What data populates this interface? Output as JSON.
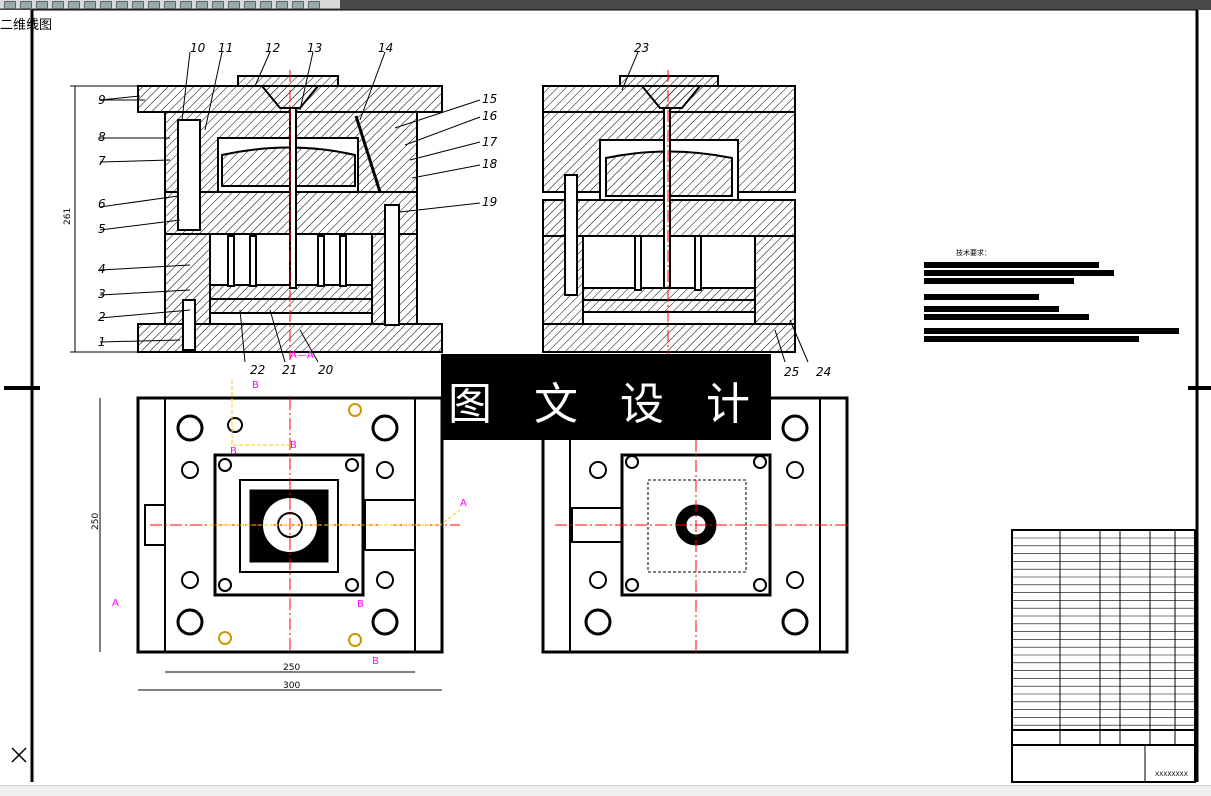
{
  "window": {
    "view_label": "二维线图"
  },
  "watermark": {
    "text": "图 文 设 计"
  },
  "drawing": {
    "part_numbers": [
      "1",
      "2",
      "3",
      "4",
      "5",
      "6",
      "7",
      "8",
      "9",
      "10",
      "11",
      "12",
      "13",
      "14",
      "15",
      "16",
      "17",
      "18",
      "19",
      "20",
      "21",
      "22",
      "23",
      "24",
      "25"
    ],
    "section_label": "A—A",
    "section_letters": [
      "A",
      "B"
    ],
    "dimensions": {
      "height_261": "261",
      "width_250": "250",
      "width_300": "300",
      "side_250": "250"
    },
    "tech_requirements_title": "技术要求：",
    "title_block_code": "XXXXXXXX"
  },
  "colors": {
    "line": "#000000",
    "centerline": "#ff0000",
    "section_letter": "#ff00ff",
    "bolt_yellow": "#ffcc00",
    "hatch": "#000000"
  },
  "icons": {
    "close": "close-icon"
  }
}
